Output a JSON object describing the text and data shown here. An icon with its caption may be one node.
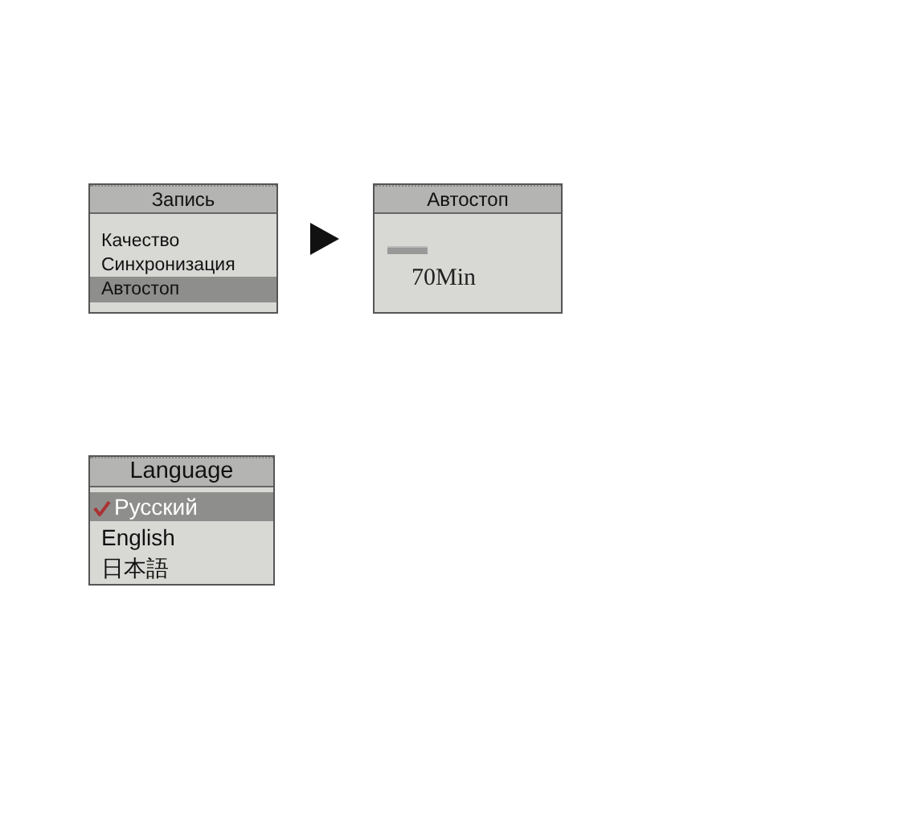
{
  "diagram": {
    "nodes": [
      {
        "text": [
          "Запись",
          "Качество",
          "Синхронизация",
          "Автостоп"
        ]
      },
      {
        "text": [
          "Автостоп",
          "70Min"
        ]
      },
      {
        "text": [
          "Language",
          "Русский",
          "English",
          "日本語"
        ]
      }
    ],
    "edges": [
      {
        "from": 0,
        "to": 1,
        "arrow": "to"
      }
    ]
  }
}
